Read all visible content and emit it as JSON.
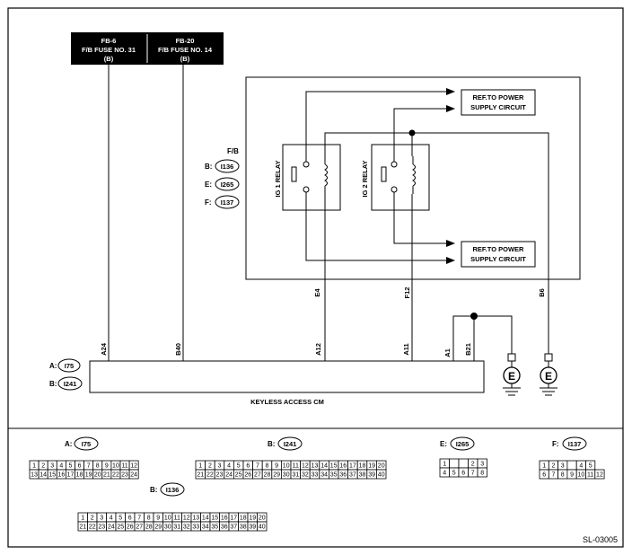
{
  "fuses": [
    {
      "line1": "FB-6",
      "line2": "F/B FUSE NO. 31",
      "line3": "(B)"
    },
    {
      "line1": "FB-20",
      "line2": "F/B FUSE NO. 14",
      "line3": "(B)"
    }
  ],
  "fb_block": {
    "title": "F/B",
    "connectors": [
      {
        "prefix": "B:",
        "id": "I136"
      },
      {
        "prefix": "E:",
        "id": "I265"
      },
      {
        "prefix": "F:",
        "id": "I137"
      }
    ],
    "relays": [
      "IG 1 RELAY",
      "IG 2 RELAY"
    ],
    "refs": [
      "REF.TO POWER",
      "SUPPLY CIRCUIT"
    ],
    "pins": [
      "E4",
      "F12",
      "B6"
    ]
  },
  "cm": {
    "label": "KEYLESS ACCESS CM",
    "connectors": [
      {
        "prefix": "A:",
        "id": "I75"
      },
      {
        "prefix": "B:",
        "id": "I241"
      }
    ],
    "pins": [
      "A24",
      "B40",
      "A12",
      "A11",
      "A1",
      "B21"
    ]
  },
  "ground_symbol": "E",
  "connectors": [
    {
      "prefix": "A:",
      "id": "I75",
      "top": [
        "1",
        "2",
        "3",
        "4",
        "5",
        "6",
        "7",
        "8",
        "9",
        "10",
        "11",
        "12"
      ],
      "bottom": [
        "13",
        "14",
        "15",
        "16",
        "17",
        "18",
        "19",
        "20",
        "21",
        "22",
        "23",
        "24"
      ]
    },
    {
      "prefix": "B:",
      "id": "I241",
      "top": [
        "1",
        "2",
        "3",
        "4",
        "5",
        "6",
        "7",
        "8",
        "9",
        "10",
        "11",
        "12",
        "13",
        "14",
        "15",
        "16",
        "17",
        "18",
        "19",
        "20"
      ],
      "bottom": [
        "21",
        "22",
        "23",
        "24",
        "25",
        "26",
        "27",
        "28",
        "29",
        "30",
        "31",
        "32",
        "33",
        "34",
        "35",
        "36",
        "37",
        "38",
        "39",
        "40"
      ]
    },
    {
      "prefix": "E:",
      "id": "I265",
      "top": [
        "1",
        "",
        "",
        "2",
        "3"
      ],
      "bottom": [
        "4",
        "5",
        "6",
        "7",
        "8"
      ]
    },
    {
      "prefix": "F:",
      "id": "I137",
      "top": [
        "1",
        "2",
        "3",
        "",
        "4",
        "5"
      ],
      "bottom": [
        "6",
        "7",
        "8",
        "9",
        "10",
        "11",
        "12"
      ]
    },
    {
      "prefix": "B:",
      "id": "I136",
      "top": [
        "1",
        "2",
        "3",
        "4",
        "5",
        "6",
        "7",
        "8",
        "9",
        "10",
        "11",
        "12",
        "13",
        "14",
        "15",
        "16",
        "17",
        "18",
        "19",
        "20"
      ],
      "bottom": [
        "21",
        "22",
        "23",
        "24",
        "25",
        "26",
        "27",
        "28",
        "29",
        "30",
        "31",
        "32",
        "33",
        "34",
        "35",
        "36",
        "37",
        "38",
        "39",
        "40"
      ]
    }
  ],
  "figure_id": "SL-03005"
}
